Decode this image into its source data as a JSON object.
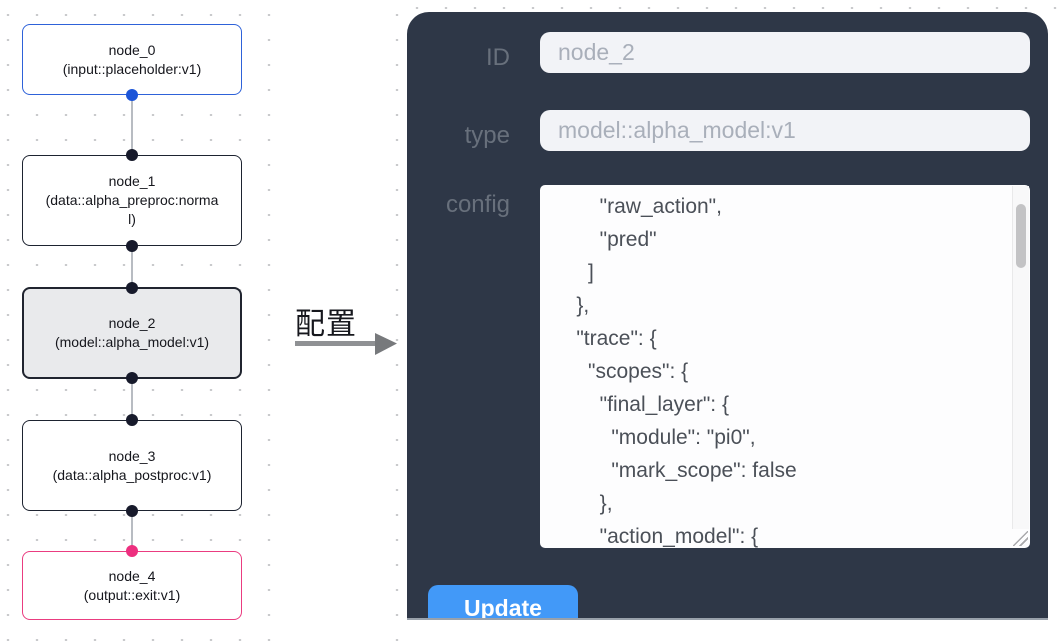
{
  "flowchart": {
    "nodes": [
      {
        "title": "node_0",
        "subtitle": "(input::placeholder:v1)",
        "role": "input"
      },
      {
        "title": "node_1",
        "subtitle": "(data::alpha_preproc:normal)",
        "role": "processor"
      },
      {
        "title": "node_2",
        "subtitle": "(model::alpha_model:v1)",
        "role": "model-selected"
      },
      {
        "title": "node_3",
        "subtitle": "(data::alpha_postproc:v1)",
        "role": "processor"
      },
      {
        "title": "node_4",
        "subtitle": "(output::exit:v1)",
        "role": "output"
      }
    ]
  },
  "transition": {
    "label": "配置"
  },
  "panel": {
    "id_field": {
      "label": "ID",
      "value": "node_2"
    },
    "type_field": {
      "label": "type",
      "value": "model::alpha_model:v1"
    },
    "config_field": {
      "label": "config",
      "value": "        \"raw_action\",\n        \"pred\"\n      ]\n    },\n    \"trace\": {\n      \"scopes\": {\n        \"final_layer\": {\n          \"module\": \"pi0\",\n          \"mark_scope\": false\n        },\n        \"action_model\": {"
    },
    "update_button": {
      "label": "Update"
    }
  },
  "colors": {
    "panel_bg": "#2e3747",
    "accent_blue": "#4299f8",
    "input_node_border": "#2e62d9",
    "output_node_border": "#ea3c80",
    "default_node_border": "#1d2330",
    "selected_node_bg": "#e9eaec",
    "port_blue": "#1c55d8",
    "port_pink": "#ed2f7f",
    "dot_grid": "#c9cacc"
  }
}
